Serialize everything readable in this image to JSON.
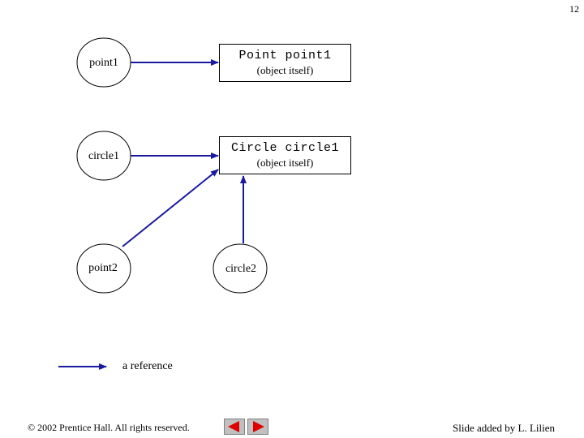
{
  "page_number": "12",
  "nodes": {
    "point1": "point1",
    "circle1": "circle1",
    "point2": "point2",
    "circle2": "circle2"
  },
  "objects": {
    "point_obj": {
      "title": "Point point1",
      "subtitle": "(object itself)"
    },
    "circle_obj": {
      "title": "Circle circle1",
      "subtitle": "(object itself)"
    }
  },
  "legend": {
    "label": "a reference"
  },
  "footer": {
    "copyright": "© 2002 Prentice Hall.  All rights reserved.",
    "credit": "Slide added by L. Lilien"
  },
  "nav": {
    "prev_icon": "left-arrow-icon",
    "next_icon": "right-arrow-icon"
  },
  "colors": {
    "arrow": "#1a1aa0",
    "nav_arrow": "#e00000"
  }
}
